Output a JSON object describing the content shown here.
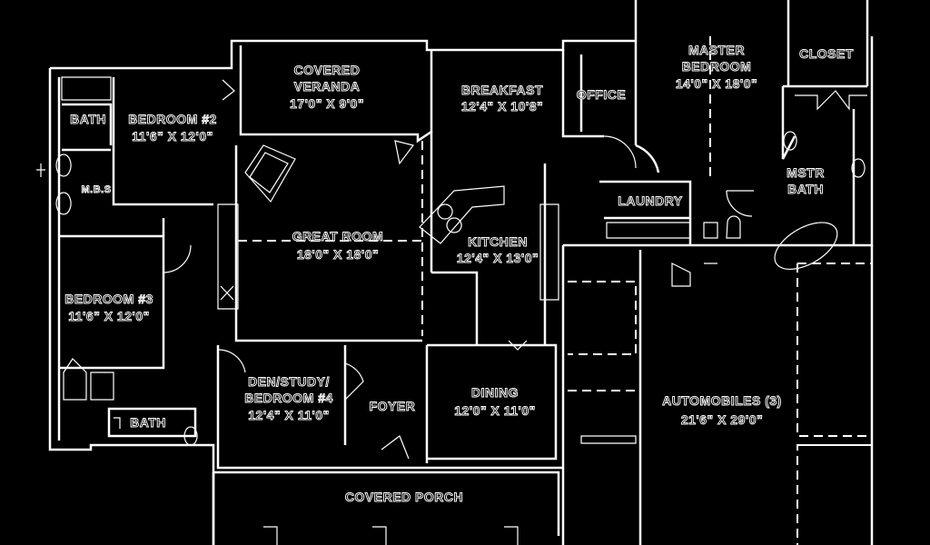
{
  "plan": {
    "background": "#000000",
    "line_color": "#ffffff",
    "rooms": {
      "bath_top": {
        "name": "BATH"
      },
      "bedroom2": {
        "name": "BEDROOM #2",
        "size": "11'6\" X 12'0\""
      },
      "veranda": {
        "name1": "COVERED",
        "name2": "VERANDA",
        "size": "17'0\" X 9'0\""
      },
      "breakfast": {
        "name": "BREAKFAST",
        "size": "12'4\" X 10'8\""
      },
      "office": {
        "name": "OFFICE"
      },
      "master_bedroom": {
        "name1": "MASTER",
        "name2": "BEDROOM",
        "size": "14'0\" X 18'0\""
      },
      "closet": {
        "name": "CLOSET"
      },
      "master_bath": {
        "name1": "MSTR",
        "name2": "BATH"
      },
      "mbs": {
        "name": "M.B.S"
      },
      "laundry": {
        "name": "LAUNDRY"
      },
      "great_room": {
        "name": "GREAT ROOM",
        "size": "18'0\" X 18'0\""
      },
      "kitchen": {
        "name": "KITCHEN",
        "size": "12'4\" X 13'0\""
      },
      "bedroom3": {
        "name": "BEDROOM #3",
        "size": "11'6\" X 12'0\""
      },
      "den": {
        "name1": "DEN/STUDY/",
        "name2": "BEDROOM #4",
        "size": "12'4\" X 11'0\""
      },
      "foyer": {
        "name": "FOYER"
      },
      "dining": {
        "name": "DINING",
        "size": "12'0\" X 11'0\""
      },
      "garage": {
        "name": "AUTOMOBILES (3)",
        "size": "21'6\" X 29'0\""
      },
      "bath_bottom": {
        "name": "BATH"
      },
      "porch": {
        "name": "COVERED PORCH"
      }
    }
  }
}
